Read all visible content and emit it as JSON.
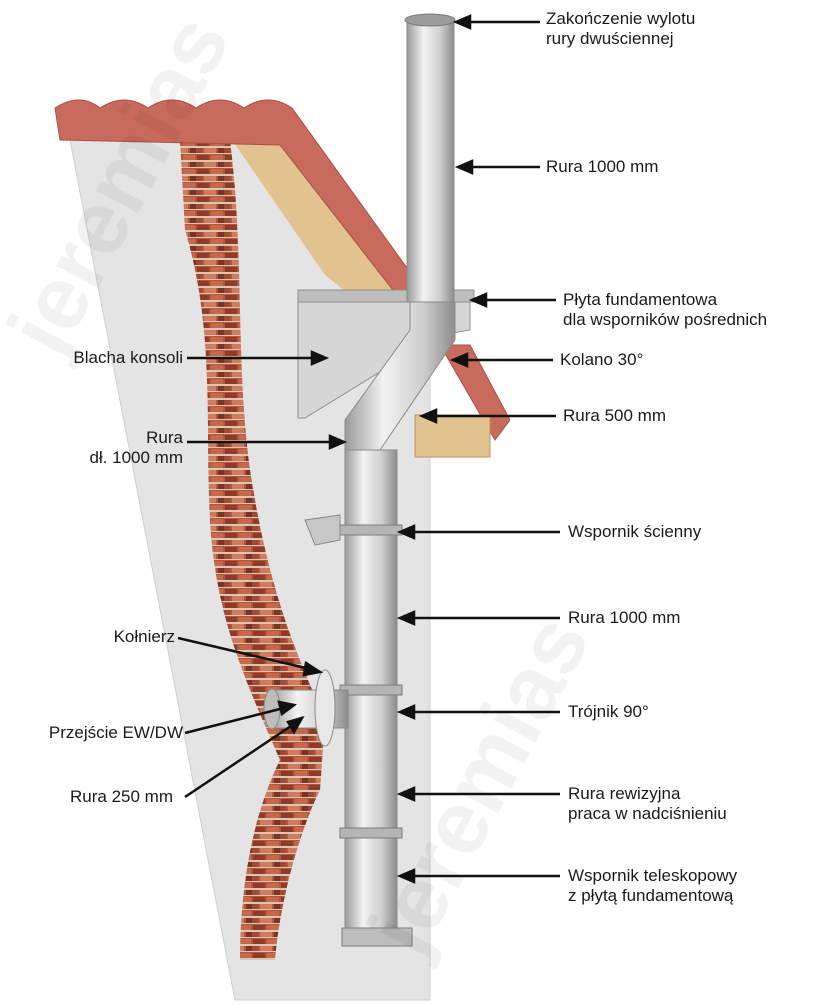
{
  "watermark": "jeremias",
  "labels_right": {
    "cap": [
      "Zakończenie wylotu",
      "rury dwuściennej"
    ],
    "pipe_top": [
      "Rura 1000 mm"
    ],
    "base_plate": [
      "Płyta fundamentowa",
      "dla wsporników pośrednich"
    ],
    "elbow": [
      "Kolano 30°"
    ],
    "pipe_500": [
      "Rura 500 mm"
    ],
    "wall_support": [
      "Wspornik ścienny"
    ],
    "pipe_mid": [
      "Rura 1000 mm"
    ],
    "tee": [
      "Trójnik 90°"
    ],
    "inspection": [
      "Rura rewizyjna",
      "praca w nadciśnieniu"
    ],
    "telescopic": [
      "Wspornik teleskopowy",
      "z płytą fundamentową"
    ]
  },
  "labels_left": {
    "bracket_sheet": [
      "Blacha konsoli"
    ],
    "pipe_long": [
      "Rura",
      "dł. 1000 mm"
    ],
    "flange": [
      "Kołnierz"
    ],
    "transition": [
      "Przejście EW/DW"
    ],
    "pipe_250": [
      "Rura 250 mm"
    ]
  },
  "colors": {
    "brick": "#b5553a",
    "roof": "#c96b5c",
    "wall": "#e4e4e4",
    "steel": "#cfcfcf",
    "insulation": "#e2c28f"
  }
}
